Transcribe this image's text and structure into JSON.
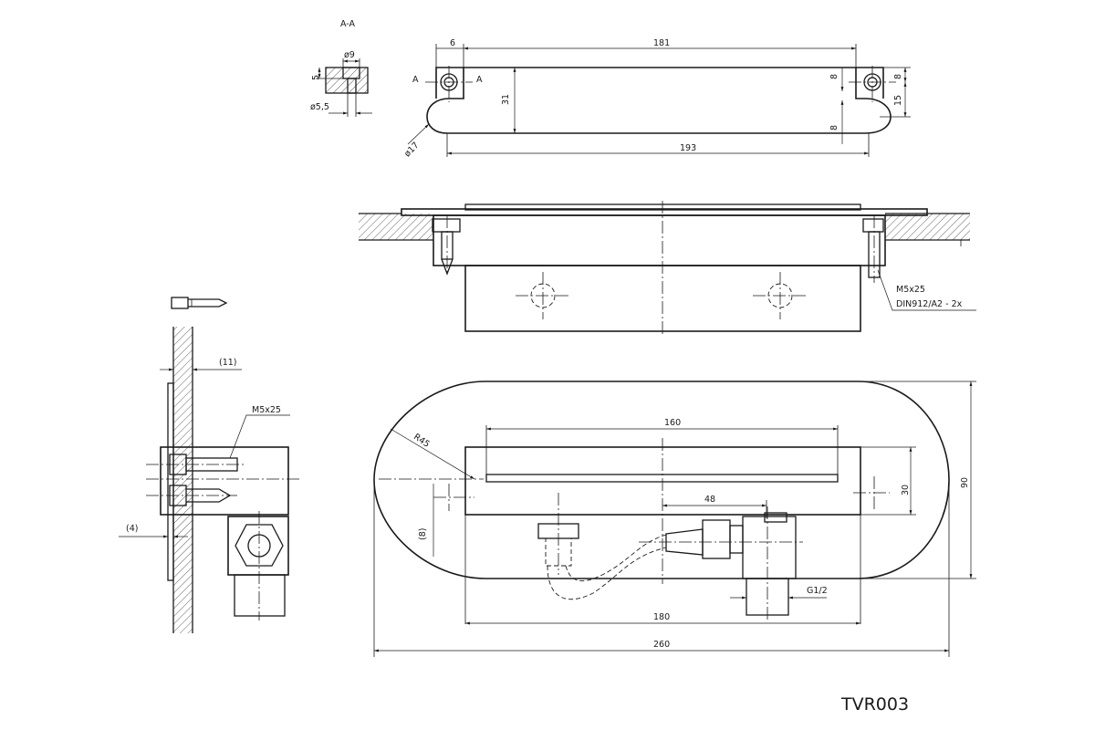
{
  "drawing_code": "TVR003",
  "section": {
    "label": "A-A",
    "depth": "5",
    "hole_top": "ø9",
    "hole_bottom": "ø5,5"
  },
  "top_view": {
    "length_inner": "181",
    "length_total": "193",
    "offset": "6",
    "height": "31",
    "dim_8_a": "8",
    "dim_8_b": "8",
    "dim_8_c": "8",
    "dim_15": "15",
    "radius": "ø17",
    "cut_left": "A",
    "cut_right": "A"
  },
  "front_view": {
    "screw_label_1": "M5x25",
    "screw_label_2": "DIN912/A2  -  2x"
  },
  "side_view": {
    "dim_11": "(11)",
    "dim_4": "(4)",
    "screw_label": "M5x25"
  },
  "plan_view": {
    "dim_160": "160",
    "dim_48": "48",
    "dim_180": "180",
    "dim_260": "260",
    "dim_30": "30",
    "dim_90": "90",
    "dim_8": "(8)",
    "radius": "R45",
    "thread": "G1/2"
  }
}
